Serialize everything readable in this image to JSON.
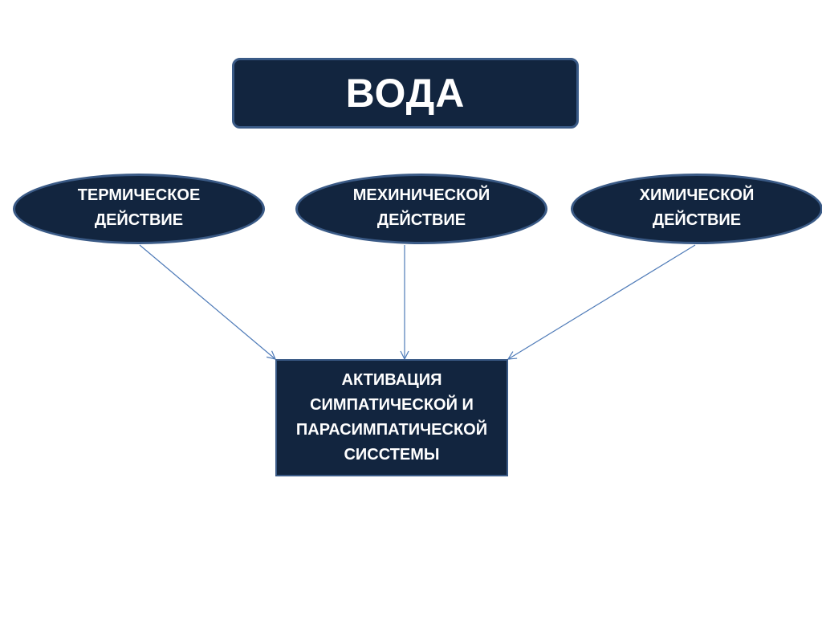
{
  "title": "ВОДА",
  "actions": [
    {
      "label": "ТЕРМИЧЕСКОЕ\nДЕЙСТВИЕ"
    },
    {
      "label": "МЕХИНИЧЕСКОЙ\nДЕЙСТВИЕ"
    },
    {
      "label": "ХИМИЧЕСКОЙ\nДЕЙСТВИЕ"
    }
  ],
  "result": "АКТИВАЦИЯ\nСИМПАТИЧЕСКОЙ И\nПАРАСИМПАТИЧЕСКОЙ\nСИССТЕМЫ",
  "colors": {
    "node_fill": "#12253f",
    "node_border": "#3a5a86",
    "arrow": "#4f7bb8",
    "text": "#ffffff"
  }
}
